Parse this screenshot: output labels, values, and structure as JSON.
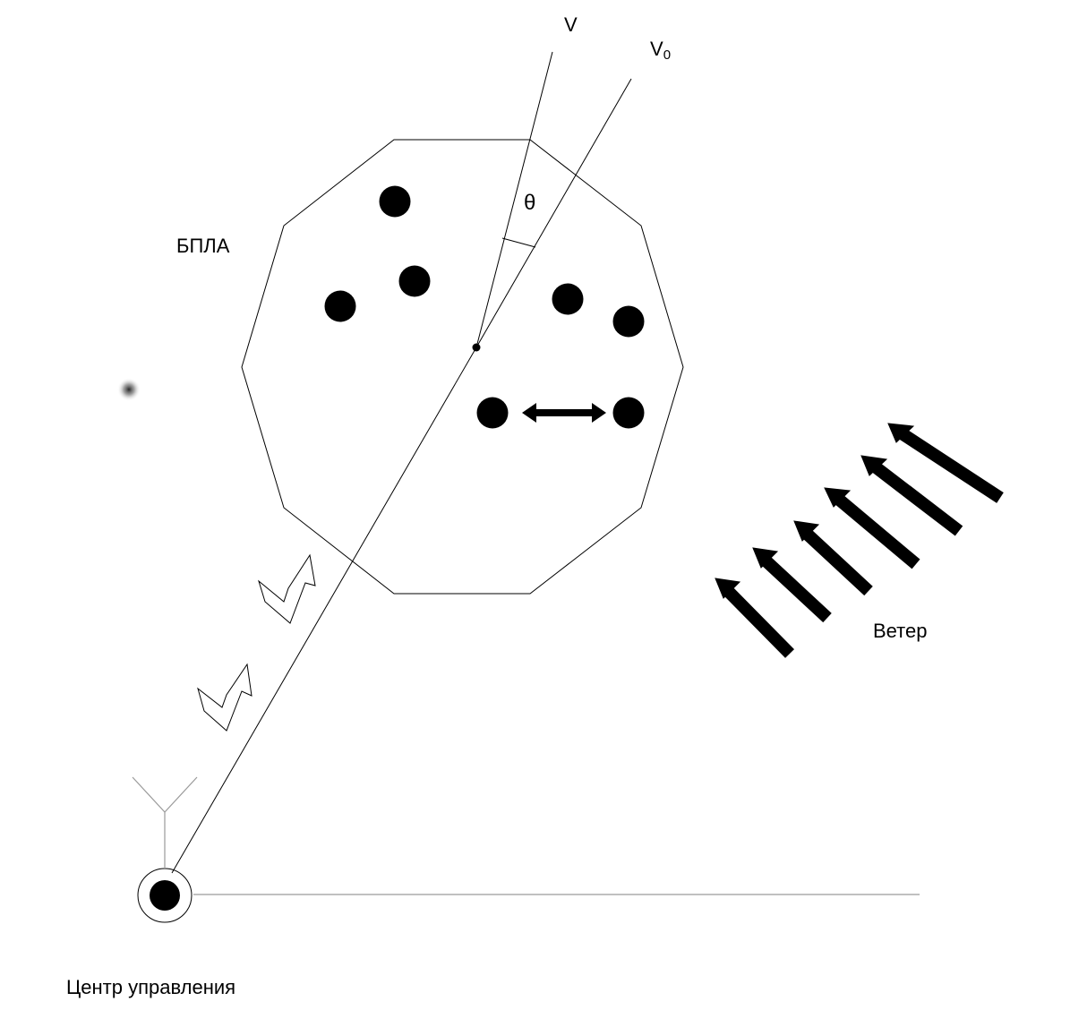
{
  "labels": {
    "uav": "БПЛА",
    "wind": "Ветер",
    "control_center": "Центр управления",
    "vector_v": "V",
    "vector_v0_base": "V",
    "vector_v0_sub": "0",
    "angle": "θ"
  },
  "colors": {
    "stroke": "#000000",
    "ground_line": "#9a9a9a",
    "background": "#ffffff"
  },
  "icons": {
    "antenna": "antenna-icon",
    "signal": "lightning-signal-icon",
    "wind": "wind-arrow-icon",
    "drone": "drone-dot-icon"
  }
}
